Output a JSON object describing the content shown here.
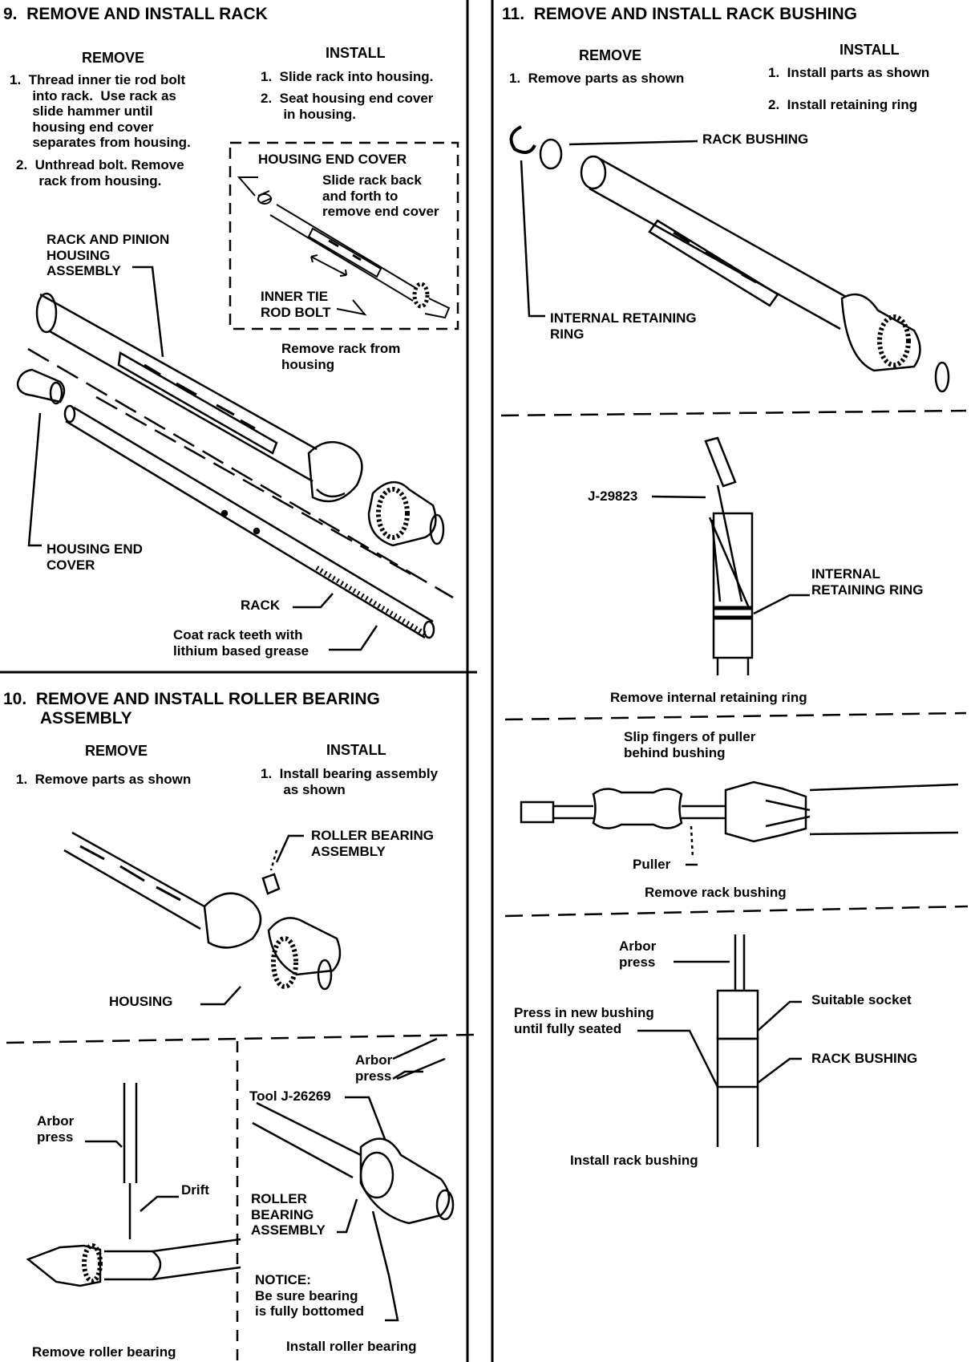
{
  "sec9": {
    "title": "9.  REMOVE AND INSTALL RACK",
    "remove_heading": "REMOVE",
    "install_heading": "INSTALL",
    "remove_steps": [
      "1.  Thread inner tie rod bolt\n      into rack.  Use rack as\n      slide hammer until\n      housing end cover\n      separates from housing.",
      "2.  Unthread bolt. Remove\n      rack from housing."
    ],
    "install_steps": [
      "1.  Slide rack into housing.",
      "2.  Seat housing end cover\n      in housing."
    ],
    "labels": {
      "housing_end_cover_inset": "HOUSING END COVER",
      "slide_rack": "Slide rack back\nand forth to\nremove end cover",
      "inner_tie_rod_bolt": "INNER TIE\nROD BOLT",
      "remove_rack_caption": "Remove rack from\nhousing",
      "rack_pinion_housing": "RACK AND PINION\nHOUSING\nASSEMBLY",
      "housing_end_cover": "HOUSING END\nCOVER",
      "rack": "RACK",
      "coat_rack": "Coat rack teeth with\nlithium based grease"
    }
  },
  "sec10": {
    "title": "10.  REMOVE AND INSTALL ROLLER BEARING\n        ASSEMBLY",
    "remove_heading": "REMOVE",
    "install_heading": "INSTALL",
    "remove_steps": [
      "1.  Remove parts as shown"
    ],
    "install_steps": [
      "1.  Install bearing assembly\n      as shown"
    ],
    "labels": {
      "roller_bearing_assembly": "ROLLER BEARING\nASSEMBLY",
      "housing": "HOUSING",
      "arbor_press_left": "Arbor\npress",
      "drift": "Drift",
      "remove_roller_bearing": "Remove roller bearing",
      "arbor_press_right": "Arbor\npress",
      "tool": "Tool J-26269",
      "roller_bearing_assembly_2": "ROLLER\nBEARING\nASSEMBLY",
      "notice": "NOTICE:\nBe sure bearing\nis fully bottomed",
      "install_roller_bearing": "Install roller bearing"
    }
  },
  "sec11": {
    "title": "11.  REMOVE AND INSTALL RACK BUSHING",
    "remove_heading": "REMOVE",
    "install_heading": "INSTALL",
    "remove_steps": [
      "1.  Remove parts as shown"
    ],
    "install_steps": [
      "1.  Install parts as shown",
      "2.  Install retaining ring"
    ],
    "labels": {
      "rack_bushing": "RACK BUSHING",
      "internal_retaining_ring": "INTERNAL RETAINING\nRING",
      "tool_j29823": "J-29823",
      "internal_retaining_ring_2": "INTERNAL\nRETAINING RING",
      "remove_internal_ring": "Remove internal retaining ring",
      "slip_fingers": "Slip fingers of puller\nbehind bushing",
      "puller": "Puller",
      "remove_rack_bushing": "Remove rack bushing",
      "arbor_press": "Arbor\npress",
      "suitable_socket": "Suitable socket",
      "press_in": "Press in new bushing\nuntil fully seated",
      "rack_bushing_2": "RACK BUSHING",
      "install_rack_bushing": "Install rack bushing"
    }
  }
}
